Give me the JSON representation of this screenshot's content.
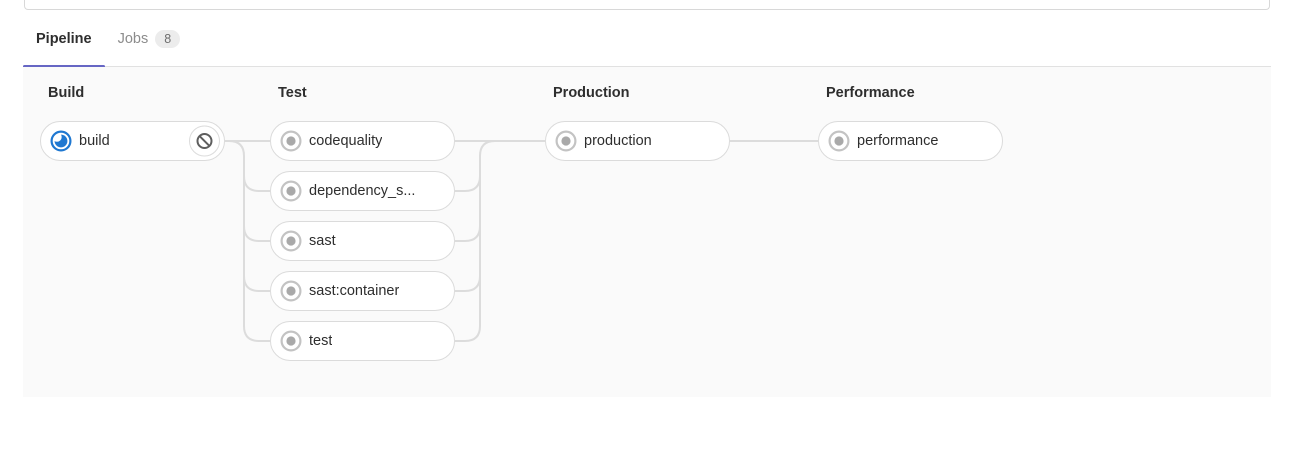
{
  "tabs": {
    "pipeline": {
      "label": "Pipeline"
    },
    "jobs": {
      "label": "Jobs",
      "badge": "8"
    }
  },
  "colors": {
    "active_tab_underline": "#6666c4",
    "running_status": "#1f78d1",
    "created_status_ring": "#c3c3c3",
    "created_status_dot": "#a9a9a9",
    "cancel_icon": "#5e5e5e",
    "connector_line": "#dcdcdc",
    "graph_background": "#fafafa"
  },
  "pipeline_graph": {
    "stages": [
      {
        "name": "Build",
        "jobs": [
          {
            "label": "build",
            "status": "running",
            "status_icon": "running-status-icon",
            "action": "cancel",
            "action_icon": "ban-icon"
          }
        ]
      },
      {
        "name": "Test",
        "jobs": [
          {
            "label": "codequality",
            "status": "created",
            "status_icon": "created-status-icon"
          },
          {
            "label": "dependency_s...",
            "status": "created",
            "status_icon": "created-status-icon"
          },
          {
            "label": "sast",
            "status": "created",
            "status_icon": "created-status-icon"
          },
          {
            "label": "sast:container",
            "status": "created",
            "status_icon": "created-status-icon"
          },
          {
            "label": "test",
            "status": "created",
            "status_icon": "created-status-icon"
          }
        ]
      },
      {
        "name": "Production",
        "jobs": [
          {
            "label": "production",
            "status": "created",
            "status_icon": "created-status-icon"
          }
        ]
      },
      {
        "name": "Performance",
        "jobs": [
          {
            "label": "performance",
            "status": "created",
            "status_icon": "created-status-icon"
          }
        ]
      }
    ]
  }
}
